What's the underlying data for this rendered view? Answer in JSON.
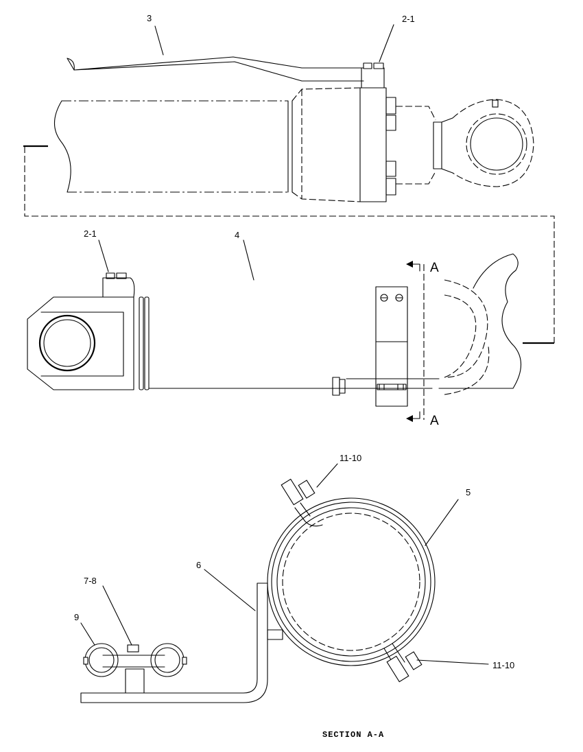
{
  "callouts": {
    "part_3": "3",
    "part_2_1_top": "2-1",
    "part_2_1_mid": "2-1",
    "part_4": "4",
    "part_11_10_top": "11-10",
    "part_5": "5",
    "part_6": "6",
    "part_7_8": "7-8",
    "part_9": "9",
    "part_11_10_bottom": "11-10"
  },
  "section_markers": {
    "top": "A",
    "bottom": "A"
  },
  "section_title": "SECTION A-A"
}
